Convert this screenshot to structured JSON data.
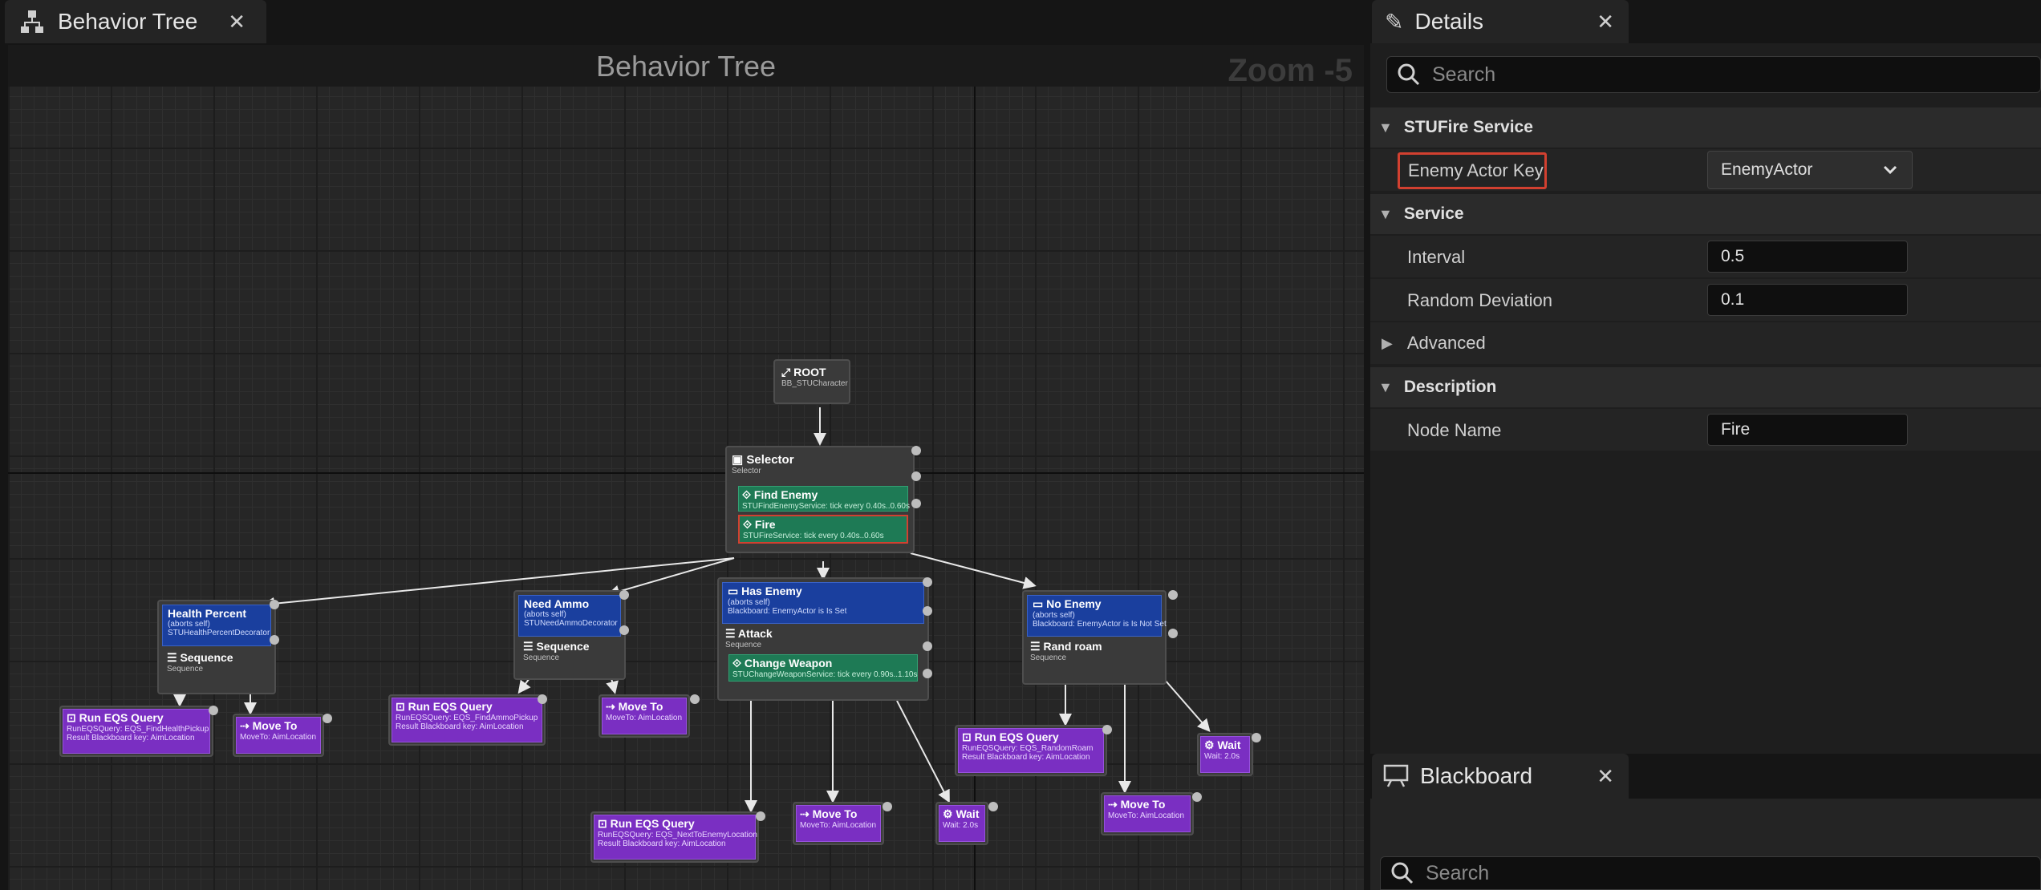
{
  "tab": {
    "title": "Behavior Tree",
    "icon": "behavior-tree-icon"
  },
  "graph": {
    "title": "Behavior Tree",
    "zoom": "Zoom -5"
  },
  "nodes": {
    "root": {
      "title": "ROOT",
      "sub": "BB_STUCharacter"
    },
    "selector": {
      "title": "Selector",
      "sub": "Selector"
    },
    "find_enemy": {
      "title": "Find Enemy",
      "sub": "STUFindEnemyService: tick every 0.40s..0.60s"
    },
    "fire": {
      "title": "Fire",
      "sub": "STUFireService: tick every 0.40s..0.60s"
    },
    "health_percent": {
      "title": "Health Percent",
      "l1": "(aborts self)",
      "l2": "STUHealthPercentDecorator"
    },
    "seq1": {
      "title": "Sequence",
      "sub": "Sequence"
    },
    "need_ammo": {
      "title": "Need Ammo",
      "l1": "(aborts self)",
      "l2": "STUNeedAmmoDecorator"
    },
    "seq2": {
      "title": "Sequence",
      "sub": "Sequence"
    },
    "has_enemy": {
      "title": "Has Enemy",
      "l1": "(aborts self)",
      "l2": "Blackboard: EnemyActor is Is Set"
    },
    "attack": {
      "title": "Attack",
      "sub": "Sequence"
    },
    "change_weapon": {
      "title": "Change Weapon",
      "sub": "STUChangeWeaponService: tick every 0.90s..1.10s"
    },
    "no_enemy": {
      "title": "No Enemy",
      "l1": "(aborts self)",
      "l2": "Blackboard: EnemyActor is Is Not Set"
    },
    "rand_roam": {
      "title": "Rand roam",
      "sub": "Sequence"
    },
    "eqs_health": {
      "title": "Run EQS Query",
      "l1": "RunEQSQuery: EQS_FindHealthPickup",
      "l2": "Result Blackboard key: AimLocation"
    },
    "move1": {
      "title": "Move To",
      "l1": "MoveTo: AimLocation"
    },
    "eqs_ammo": {
      "title": "Run EQS Query",
      "l1": "RunEQSQuery: EQS_FindAmmoPickup",
      "l2": "Result Blackboard key: AimLocation"
    },
    "move2": {
      "title": "Move To",
      "l1": "MoveTo: AimLocation"
    },
    "eqs_next": {
      "title": "Run EQS Query",
      "l1": "RunEQSQuery: EQS_NextToEnemyLocation",
      "l2": "Result Blackboard key: AimLocation"
    },
    "move3": {
      "title": "Move To",
      "l1": "MoveTo: AimLocation"
    },
    "wait1": {
      "title": "Wait",
      "l1": "Wait: 2.0s"
    },
    "eqs_roam": {
      "title": "Run EQS Query",
      "l1": "RunEQSQuery: EQS_RandomRoam",
      "l2": "Result Blackboard key: AimLocation"
    },
    "wait2": {
      "title": "Wait",
      "l1": "Wait: 2.0s"
    },
    "move4": {
      "title": "Move To",
      "l1": "MoveTo: AimLocation"
    }
  },
  "details": {
    "title": "Details",
    "search_placeholder": "Search",
    "sections": {
      "stufire": "STUFire Service",
      "service": "Service",
      "advanced": "Advanced",
      "description": "Description"
    },
    "rows": {
      "enemy_actor_key": {
        "label": "Enemy Actor Key",
        "value": "EnemyActor"
      },
      "interval": {
        "label": "Interval",
        "value": "0.5"
      },
      "random_deviation": {
        "label": "Random Deviation",
        "value": "0.1"
      },
      "node_name": {
        "label": "Node Name",
        "value": "Fire"
      }
    }
  },
  "blackboard": {
    "title": "Blackboard",
    "search_placeholder": "Search"
  },
  "colors": {
    "composite": "#3f3f3f",
    "decorator": "#1a3f9e",
    "service": "#1e7a55",
    "task": "#7a2fc2",
    "selection": "#d24030"
  }
}
